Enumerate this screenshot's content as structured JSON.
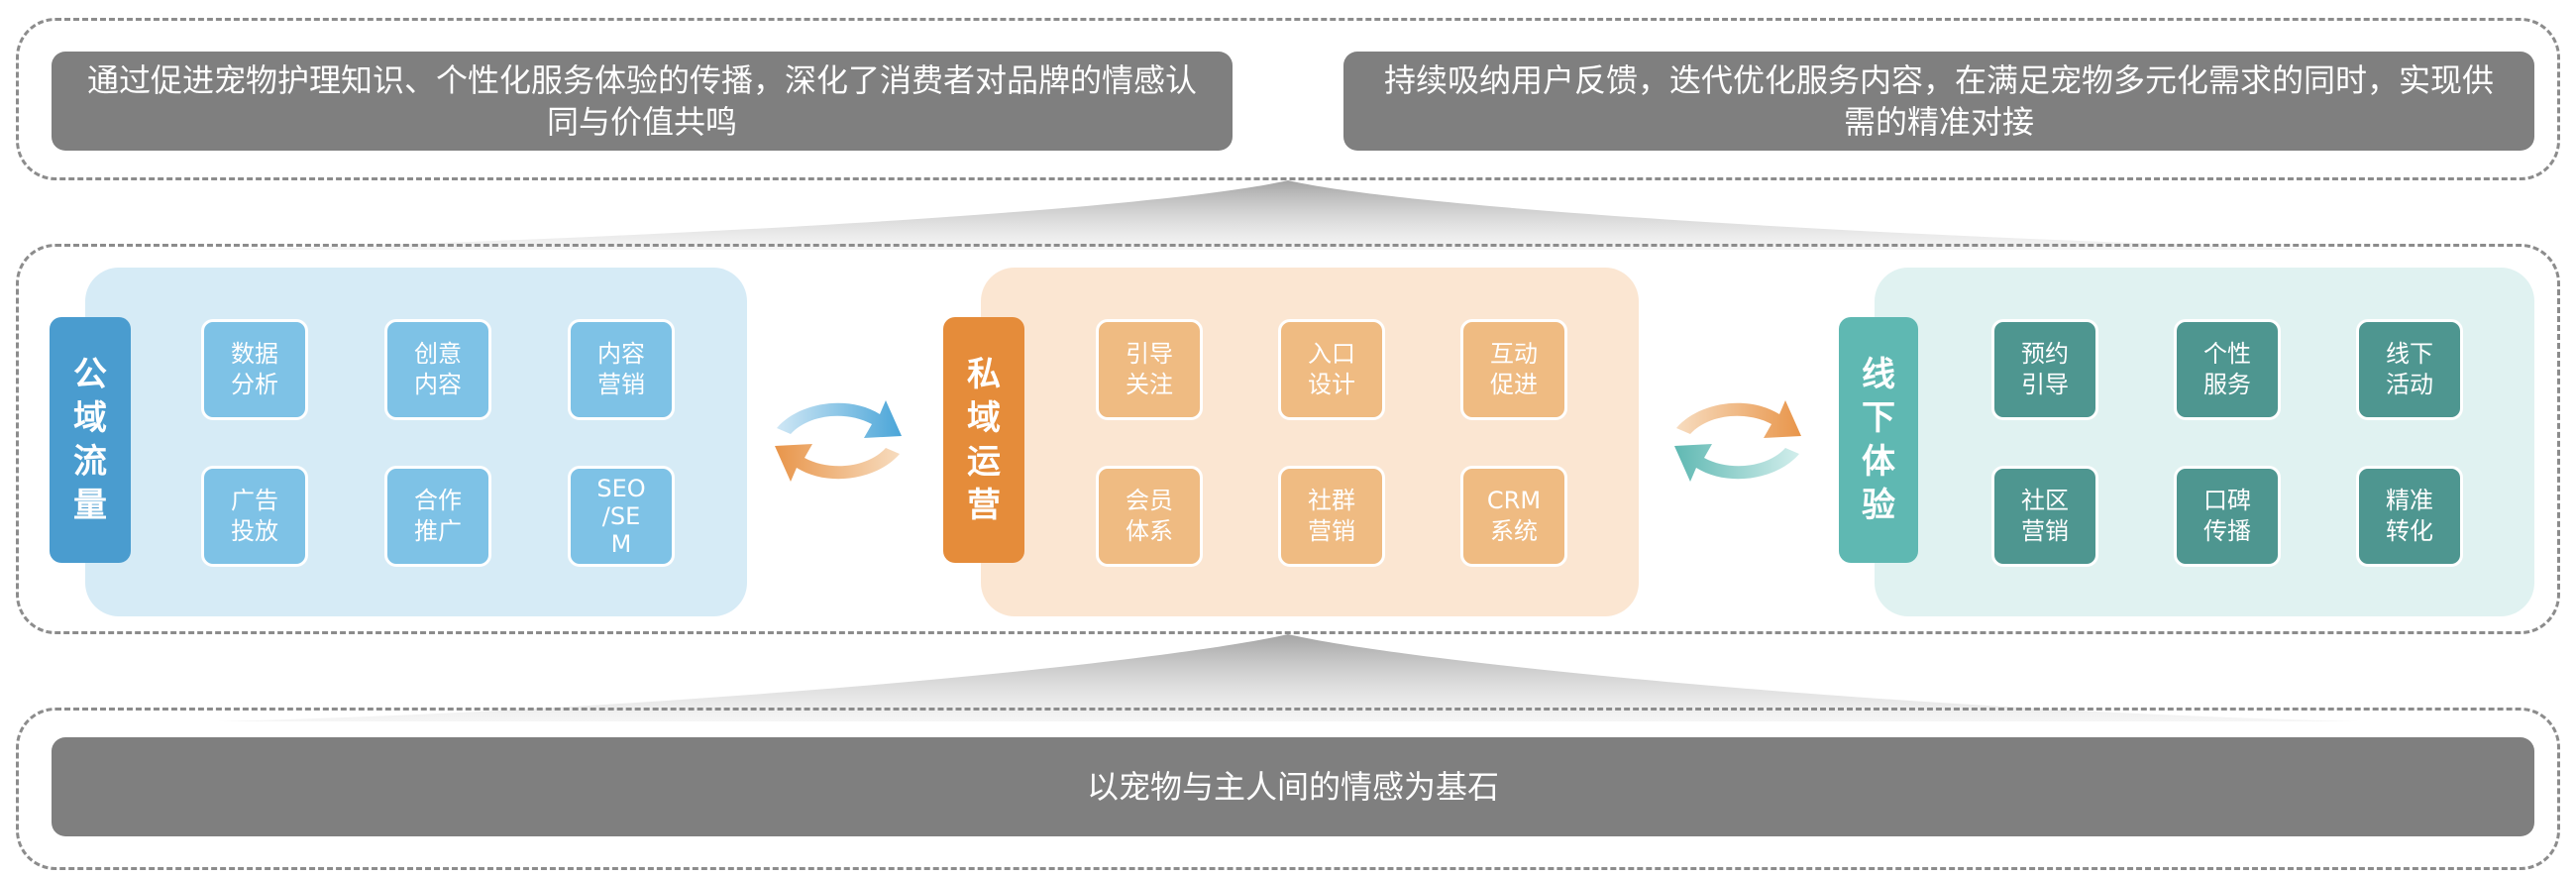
{
  "top": {
    "left_text": "通过促进宠物护理知识、个性化服务体验的传播，深化了消费者对品牌的情感认同与价值共鸣",
    "right_text": "持续吸纳用户反馈，迭代优化服务内容，在满足宠物多元化需求的同时，实现供需的精准对接"
  },
  "sections": [
    {
      "label_chars": [
        "公",
        "域",
        "流",
        "量"
      ],
      "tiles": [
        "数据\n分析",
        "创意\n内容",
        "内容\n营销",
        "广告\n投放",
        "合作\n推广",
        "SEO\n/SE\nM"
      ]
    },
    {
      "label_chars": [
        "私",
        "域",
        "运",
        "营"
      ],
      "tiles": [
        "引导\n关注",
        "入口\n设计",
        "互动\n促进",
        "会员\n体系",
        "社群\n营销",
        "CRM\n系统"
      ]
    },
    {
      "label_chars": [
        "线",
        "下",
        "体",
        "验"
      ],
      "tiles": [
        "预约\n引导",
        "个性\n服务",
        "线下\n活动",
        "社区\n营销",
        "口碑\n传播",
        "精准\n转化"
      ]
    }
  ],
  "bottom": {
    "text": "以宠物与主人间的情感为基石"
  },
  "colors": {
    "blue_panel": "#d6ebf6",
    "blue_label": "#4a9ccf",
    "blue_tile": "#7ec2e6",
    "orange_panel": "#fbe6d2",
    "orange_label": "#e58c3a",
    "orange_tile": "#efbb82",
    "teal_panel": "#e0f2f1",
    "teal_label": "#5fb8b2",
    "teal_tile": "#4e9690",
    "gray_bar": "#7f7f7f"
  },
  "icons": [
    "refresh-cycle-icon-blue-orange",
    "refresh-cycle-icon-orange-teal"
  ]
}
